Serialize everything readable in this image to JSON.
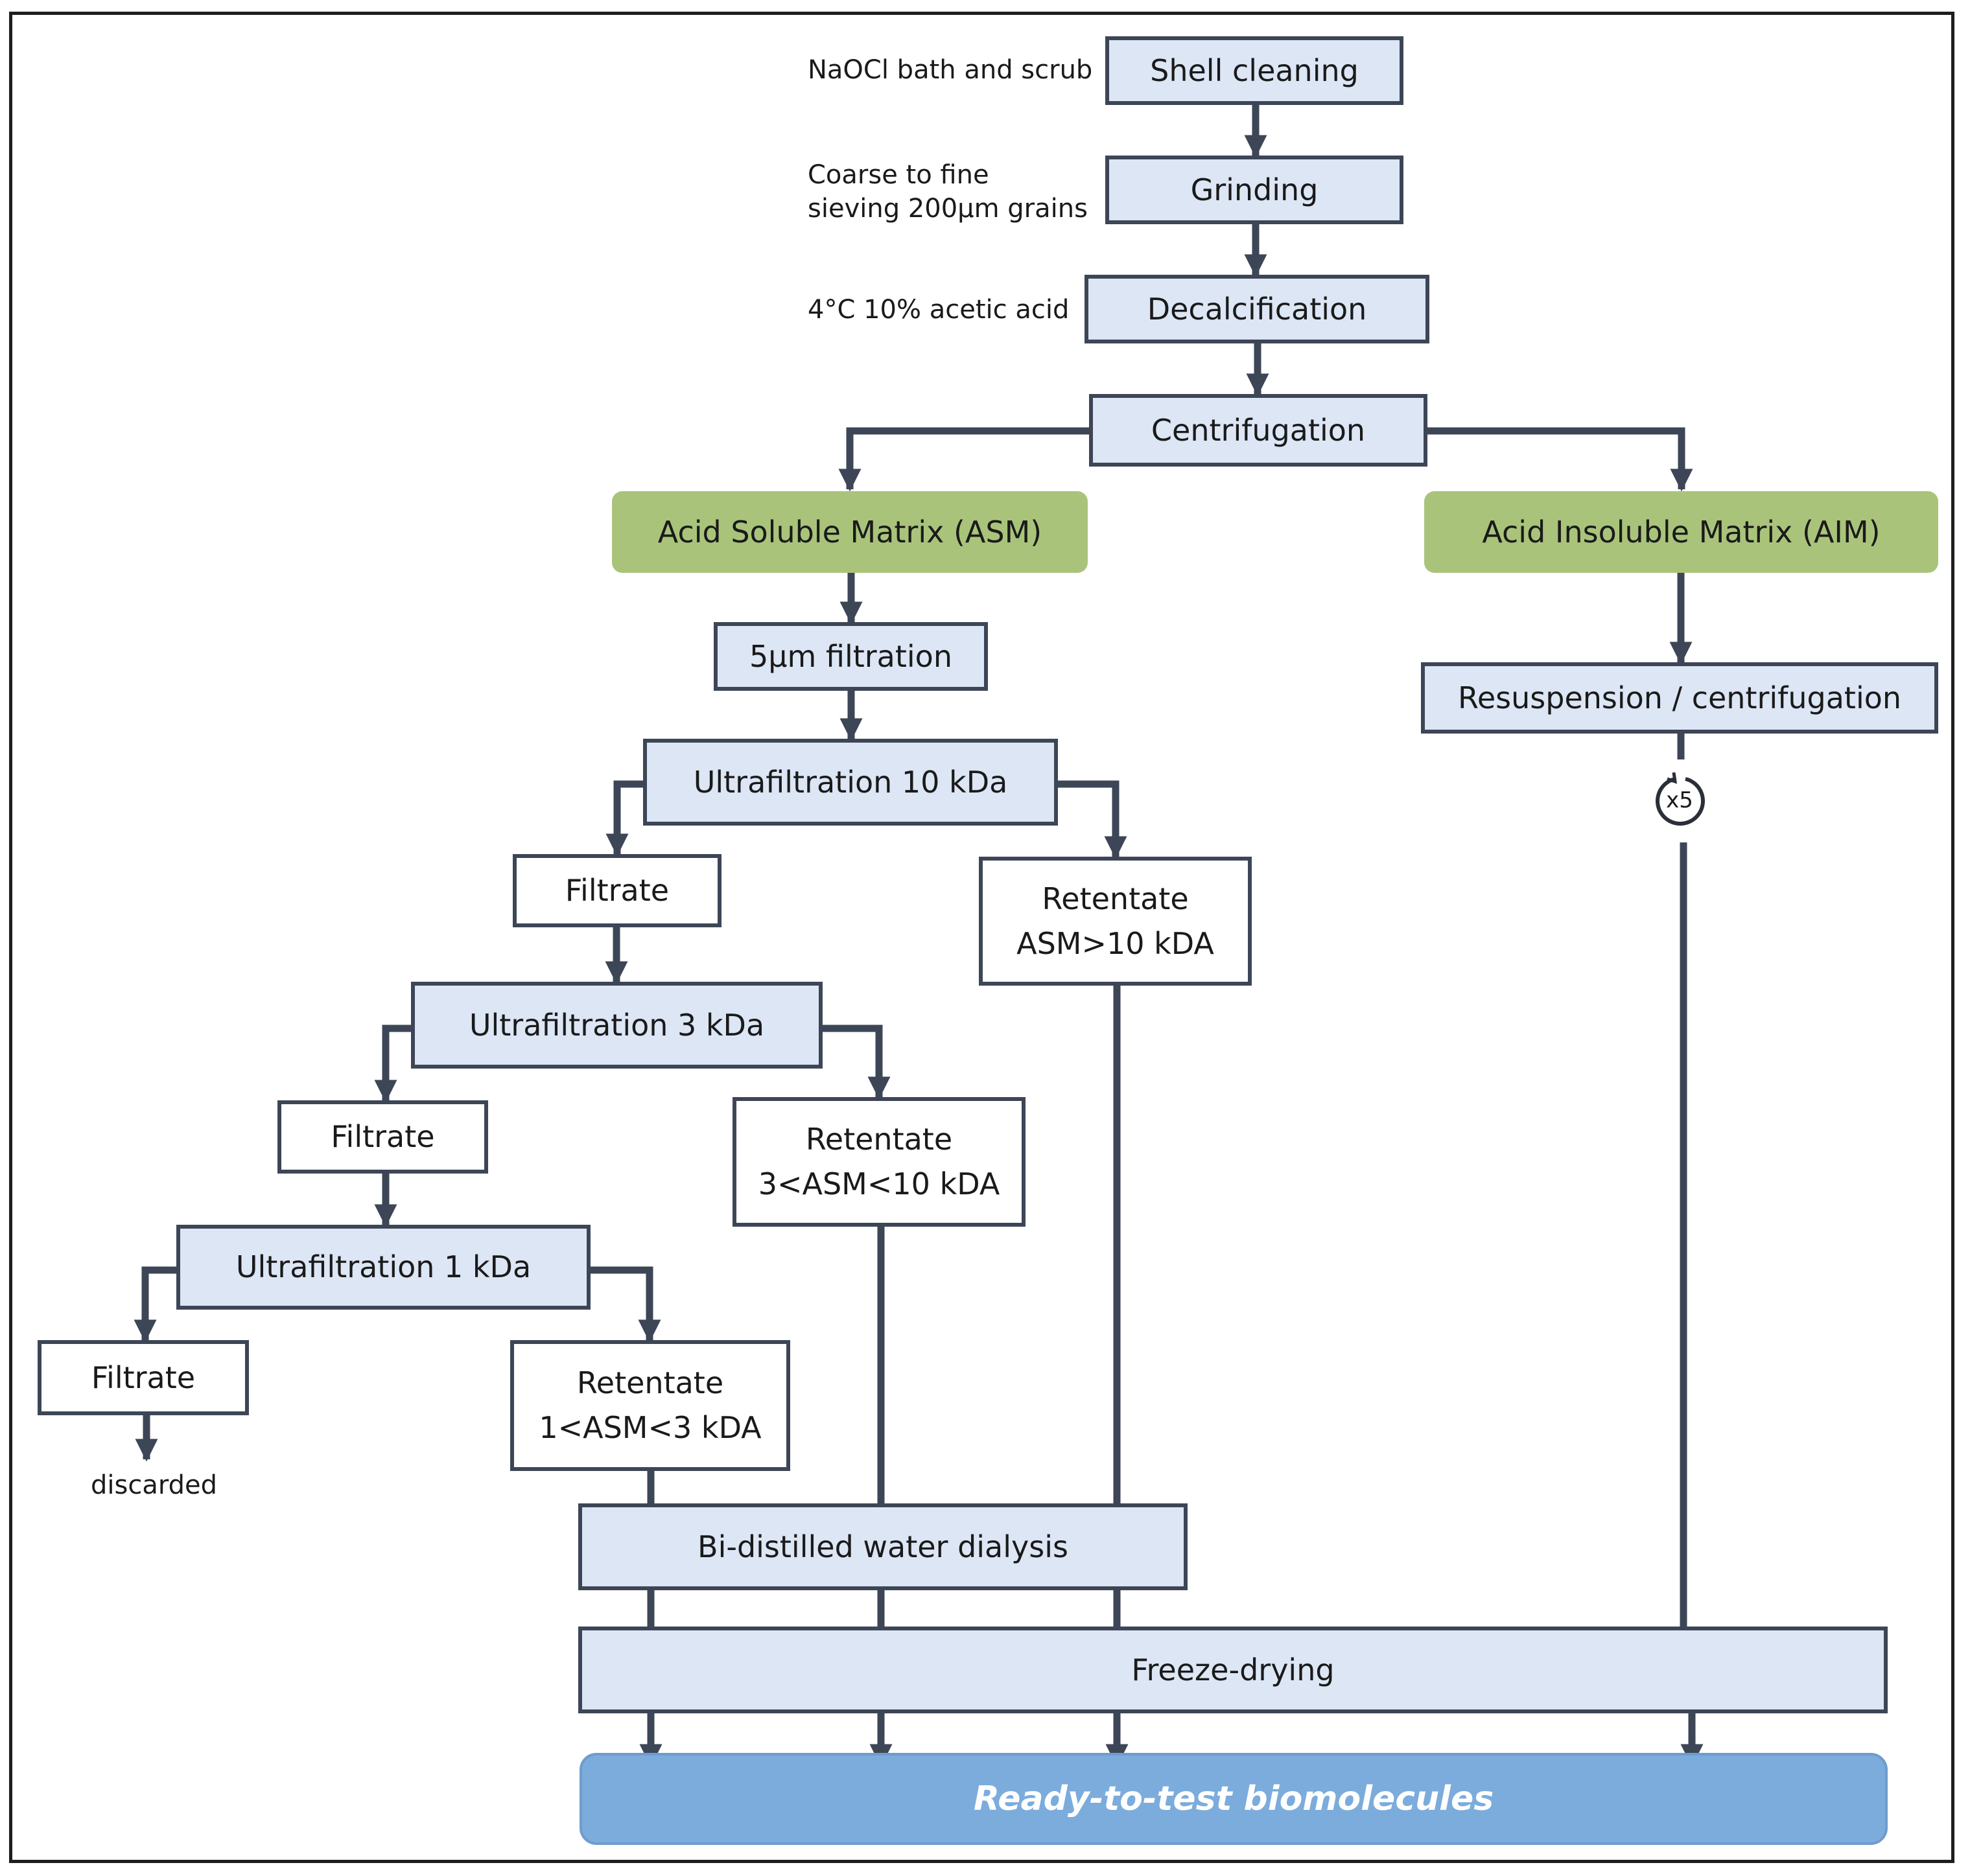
{
  "steps": {
    "shell_cleaning": "Shell cleaning",
    "grinding": "Grinding",
    "decalcification": "Decalcification",
    "centrifugation": "Centrifugation",
    "asm": "Acid Soluble Matrix (ASM)",
    "aim": "Acid Insoluble Matrix (AIM)",
    "filtration_5um": "5µm filtration",
    "uf_10": "Ultrafiltration 10 kDa",
    "uf_3": "Ultrafiltration 3 kDa",
    "uf_1": "Ultrafiltration 1 kDa",
    "resuspension": "Resuspension / centrifugation",
    "dialysis": "Bi-distilled water dialysis",
    "freeze_drying": "Freeze-drying",
    "final": "Ready-to-test biomolecules"
  },
  "outputs": {
    "filtrate": "Filtrate",
    "retentate": "Retentate",
    "retentate_10": "ASM>10 kDA",
    "retentate_3_10": "3<ASM<10 kDA",
    "retentate_1_3": "1<ASM<3 kDA"
  },
  "notes": {
    "cleaning": "NaOCl bath and scrub",
    "grinding_1": "Coarse to fine",
    "grinding_2": "sieving 200µm grains",
    "decalcification": "4°C 10% acetic acid",
    "discarded": "discarded",
    "repeat": "x5"
  },
  "colors": {
    "step_fill": "#dce6f5",
    "border": "#3d4656",
    "matrix_fill": "#a9c47a",
    "final_fill": "#7bacdc"
  }
}
